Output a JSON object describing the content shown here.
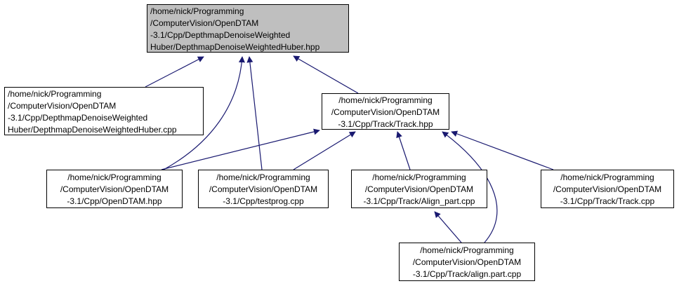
{
  "diagram": {
    "colors": {
      "edge": "#191970",
      "root_fill": "#bfbfbf",
      "node_fill": "#ffffff",
      "border": "#000000"
    },
    "nodes": {
      "root": {
        "lines": [
          "/home/nick/Programming",
          "/ComputerVision/OpenDTAM",
          "-3.1/Cpp/DepthmapDenoiseWeighted",
          "Huber/DepthmapDenoiseWeightedHuber.hpp"
        ]
      },
      "huber_cpp": {
        "lines": [
          "/home/nick/Programming",
          "/ComputerVision/OpenDTAM",
          "-3.1/Cpp/DepthmapDenoiseWeighted",
          "Huber/DepthmapDenoiseWeightedHuber.cpp"
        ]
      },
      "track_hpp": {
        "lines": [
          "/home/nick/Programming",
          "/ComputerVision/OpenDTAM",
          "-3.1/Cpp/Track/Track.hpp"
        ]
      },
      "opendtam_hpp": {
        "lines": [
          "/home/nick/Programming",
          "/ComputerVision/OpenDTAM",
          "-3.1/Cpp/OpenDTAM.hpp"
        ]
      },
      "testprog_cpp": {
        "lines": [
          "/home/nick/Programming",
          "/ComputerVision/OpenDTAM",
          "-3.1/Cpp/testprog.cpp"
        ]
      },
      "align_part_cpp_underscore": {
        "lines": [
          "/home/nick/Programming",
          "/ComputerVision/OpenDTAM",
          "-3.1/Cpp/Track/Align_part.cpp"
        ]
      },
      "track_cpp": {
        "lines": [
          "/home/nick/Programming",
          "/ComputerVision/OpenDTAM",
          "-3.1/Cpp/Track/Track.cpp"
        ]
      },
      "align_part_cpp_dot": {
        "lines": [
          "/home/nick/Programming",
          "/ComputerVision/OpenDTAM",
          "-3.1/Cpp/Track/align.part.cpp"
        ]
      }
    },
    "edges": [
      {
        "from": "huber_cpp",
        "to": "root"
      },
      {
        "from": "opendtam_hpp",
        "to": "root"
      },
      {
        "from": "testprog_cpp",
        "to": "root"
      },
      {
        "from": "track_hpp",
        "to": "root"
      },
      {
        "from": "opendtam_hpp",
        "to": "track_hpp"
      },
      {
        "from": "testprog_cpp",
        "to": "track_hpp"
      },
      {
        "from": "align_part_cpp_underscore",
        "to": "track_hpp"
      },
      {
        "from": "track_cpp",
        "to": "track_hpp"
      },
      {
        "from": "align_part_cpp_dot",
        "to": "track_hpp"
      },
      {
        "from": "align_part_cpp_dot",
        "to": "align_part_cpp_underscore"
      }
    ]
  }
}
